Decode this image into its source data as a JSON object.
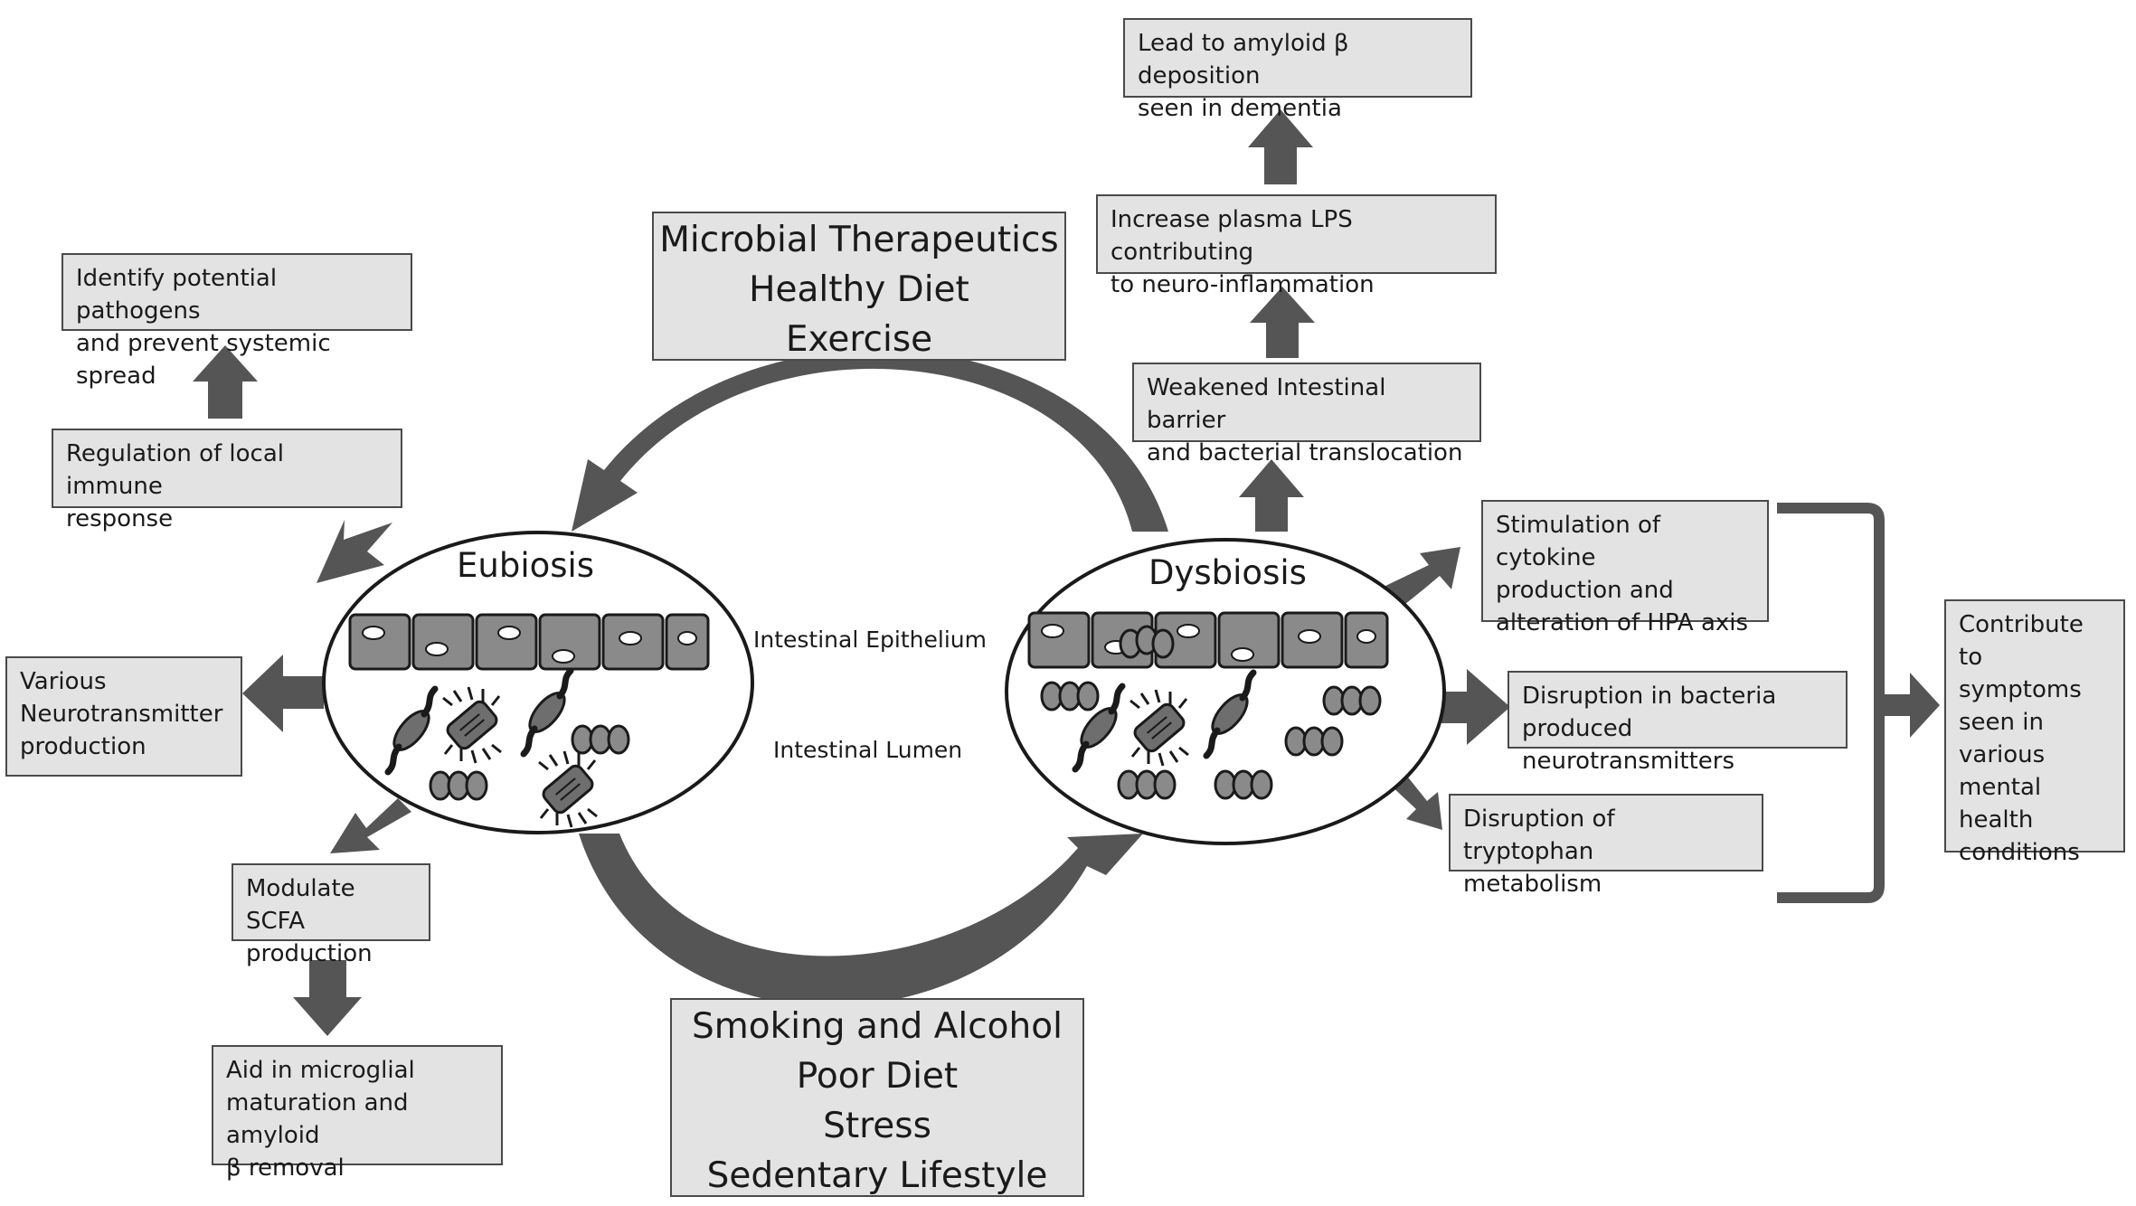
{
  "center": {
    "eubiosis": "Eubiosis",
    "dysbiosis": "Dysbiosis",
    "epithelium": "Intestinal Epithelium",
    "lumen": "Intestinal Lumen",
    "positive_factors": "Microbial Therapeutics\nHealthy Diet\nExercise",
    "negative_factors": "Smoking and Alcohol\nPoor Diet\nStress\nSedentary Lifestyle"
  },
  "eubiosis_effects": {
    "pathogens": "Identify potential pathogens\nand prevent systemic spread",
    "immune": "Regulation of local immune\nresponse",
    "neurotransmitter": "Various\nNeurotransmitter\nproduction",
    "scfa": "Modulate SCFA\nproduction",
    "microglial": "Aid in microglial\nmaturation and amyloid\nβ removal"
  },
  "dysbiosis_effects": {
    "amyloid": "Lead to amyloid β deposition\nseen in dementia",
    "lps": "Increase plasma LPS contributing\nto neuro-inflammation",
    "barrier": "Weakened Intestinal barrier\nand bacterial translocation",
    "cytokine": "Stimulation of cytokine\nproduction  and\nalteration of HPA axis",
    "bacteria_nt": "Disruption in bacteria\nproduced  neurotransmitters",
    "tryptophan": "Disruption of tryptophan\nmetabolism",
    "mental_health": "Contribute\nto symptoms\nseen in\nvarious\nmental\nhealth\nconditions"
  },
  "colors": {
    "box_fill": "#e3e3e3",
    "arrow": "#555555",
    "cell": "#8a8a8a"
  }
}
